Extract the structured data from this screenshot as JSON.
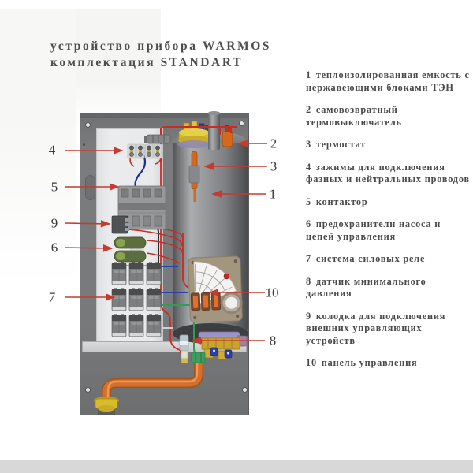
{
  "title": {
    "line1": "устройство прибора WARMOS",
    "line2": "комплектация STANDART"
  },
  "parts_list": [
    {
      "num": "1",
      "label": "теплоизолированная емкость с нержавеющими блоками ТЭН"
    },
    {
      "num": "2",
      "label": "самовозвратный термовыключатель"
    },
    {
      "num": "3",
      "label": "термостат"
    },
    {
      "num": "4",
      "label": "зажимы для подключения фазных и нейтральных проводов"
    },
    {
      "num": "5",
      "label": "контактор"
    },
    {
      "num": "6",
      "label": "предохранители насоса и цепей управления"
    },
    {
      "num": "7",
      "label": "система силовых реле"
    },
    {
      "num": "8",
      "label": "датчик минимального давления"
    },
    {
      "num": "9",
      "label": "колодка для подключения внешних управляющих устройств"
    },
    {
      "num": "10",
      "label": "панель управления"
    }
  ],
  "callouts": {
    "left": [
      "4",
      "5",
      "9",
      "6",
      "7"
    ],
    "right": [
      "2",
      "3",
      "1",
      "10",
      "8"
    ]
  },
  "colors": {
    "accent_red": "#c63b30",
    "wire_red": "#cc2a23",
    "wire_blue": "#2b3faa",
    "wire_green": "#2f9e52",
    "wire_yellow": "#c8a42a",
    "plate_gray": "#77797b",
    "tank_gray": "#8f9294",
    "panel_tan": "#a2967f",
    "switch_orange": "#e0702a",
    "pipe_orange": "#d4702c",
    "brass_yellow": "#c9a42d",
    "text_gray": "#4a4a4a"
  }
}
